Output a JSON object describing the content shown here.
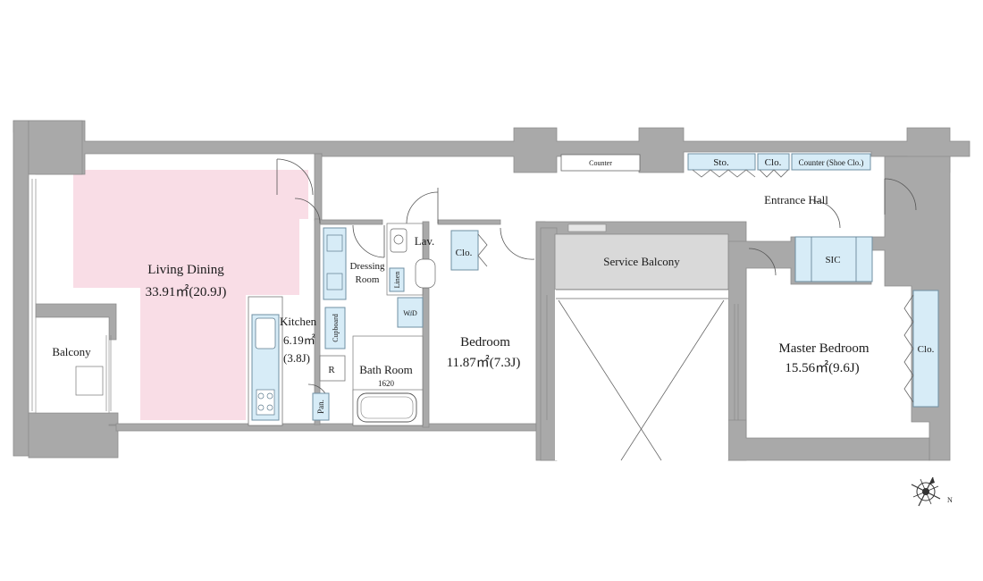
{
  "rooms": {
    "living_dining": {
      "name": "Living Dining",
      "area": "33.91㎡(20.9J)"
    },
    "kitchen": {
      "name": "Kitchen",
      "area_sqm": "6.19㎡",
      "area_j": "(3.8J)"
    },
    "balcony": {
      "name": "Balcony"
    },
    "dressing_room": {
      "line1": "Dressing",
      "line2": "Room"
    },
    "lav": {
      "name": "Lav."
    },
    "bath_room": {
      "name": "Bath Room",
      "size": "1620"
    },
    "bedroom": {
      "name": "Bedroom",
      "area": "11.87㎡(7.3J)"
    },
    "service_balcony": {
      "name": "Service Balcony"
    },
    "master_bedroom": {
      "name": "Master Bedroom",
      "area": "15.56㎡(9.6J)"
    },
    "entrance_hall": {
      "name": "Entrance Hall"
    }
  },
  "fixtures": {
    "counter": "Counter",
    "sto": "Sto.",
    "clo_entrance": "Clo.",
    "counter_shoe": "Counter (Shoe Clo.)",
    "sic": "SIC",
    "clo_master": "Clo.",
    "clo_bedroom": "Clo.",
    "linen": "Linen",
    "wd": "W/D",
    "cupboard": "Cupboard",
    "refrigerator": "R",
    "pantry": "Pan."
  },
  "icons": [
    "compass-icon"
  ],
  "colors": {
    "living_highlight": "#f9dde6",
    "fixture_fill": "#d7ecf7",
    "wall": "#a9a9a9"
  }
}
